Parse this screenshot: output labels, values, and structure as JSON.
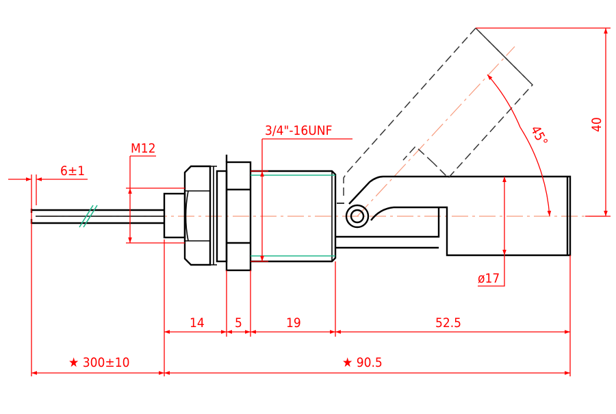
{
  "drawing": {
    "dimensions": {
      "cable_strip": "6±1",
      "gland_thread": "M12",
      "body_thread": "3/4\"-16UNF",
      "float_diameter": "ø17",
      "float_rise": "40",
      "swing_angle": "45°",
      "nut_length": "14",
      "washer_length": "5",
      "thread_length": "19",
      "float_length": "52.5",
      "cable_length": "★ 300±10",
      "total_length": "★ 90.5"
    },
    "colors": {
      "outline": "#000000",
      "dimension": "#ff0000",
      "thread": "#1fb58a",
      "centerline": "#f79a7c"
    }
  }
}
